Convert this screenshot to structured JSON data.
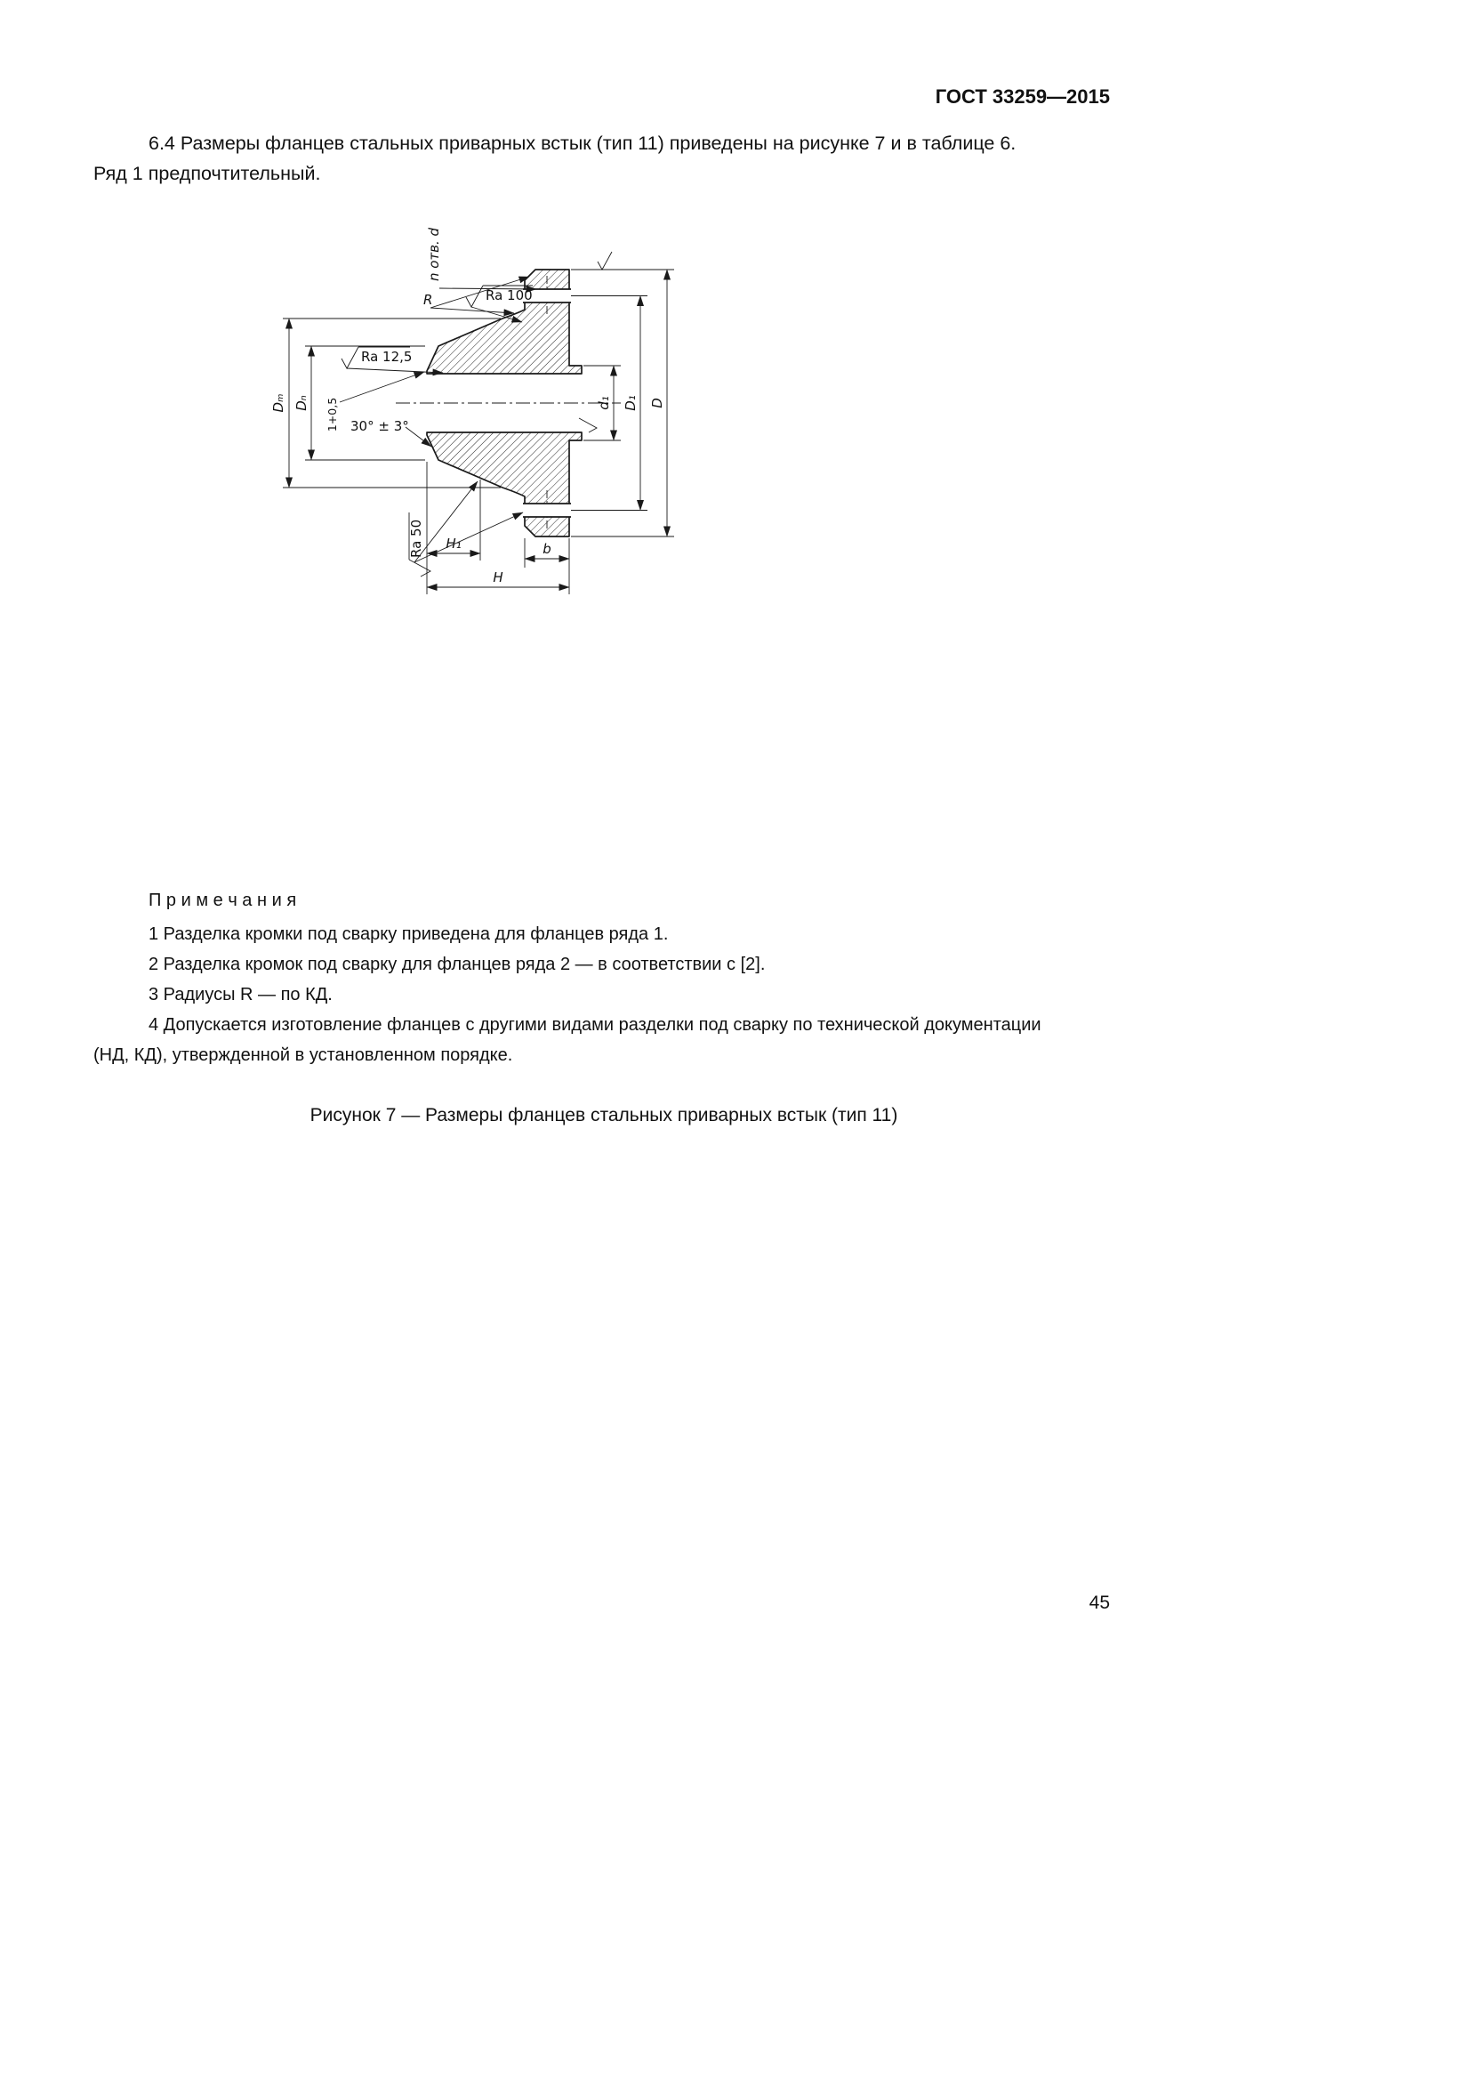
{
  "page": {
    "header_title": "ГОСТ 33259—2015",
    "page_number": "45"
  },
  "paragraph": {
    "lines": [
      "6.4 Размеры фланцев стальных приварных встык (тип 11) приведены на рисунке 7 и в таблице 6.",
      "Ряд 1 предпочтительный."
    ]
  },
  "notes": {
    "title": "П р и м е ч а н и я",
    "lines": [
      "1 Разделка кромки под сварку приведена для фланцев ряда 1.",
      "2 Разделка кромок под сварку для фланцев ряда 2 — в соответствии с [2].",
      "3 Радиусы R — по КД.",
      "4 Допускается изготовление фланцев с другими видами разделки под сварку по технической документации",
      "(НД, КД), утвержденной в установленном порядке."
    ]
  },
  "figure": {
    "caption": "Рисунок 7 — Размеры фланцев стальных приварных встык (тип 11)",
    "labels": {
      "n_otv_d": "n отв. d",
      "ra100": "Ra 100",
      "r": "R",
      "ra125": "Ra 12,5",
      "dm": "Dₘ",
      "dn": "Dₙ",
      "angle": "30° ± 3°",
      "root": "1+0,5",
      "d1": "d₁",
      "D1": "D₁",
      "D": "D",
      "ra50": "Ra 50",
      "H1": "H₁",
      "b": "b",
      "H": "H"
    }
  }
}
